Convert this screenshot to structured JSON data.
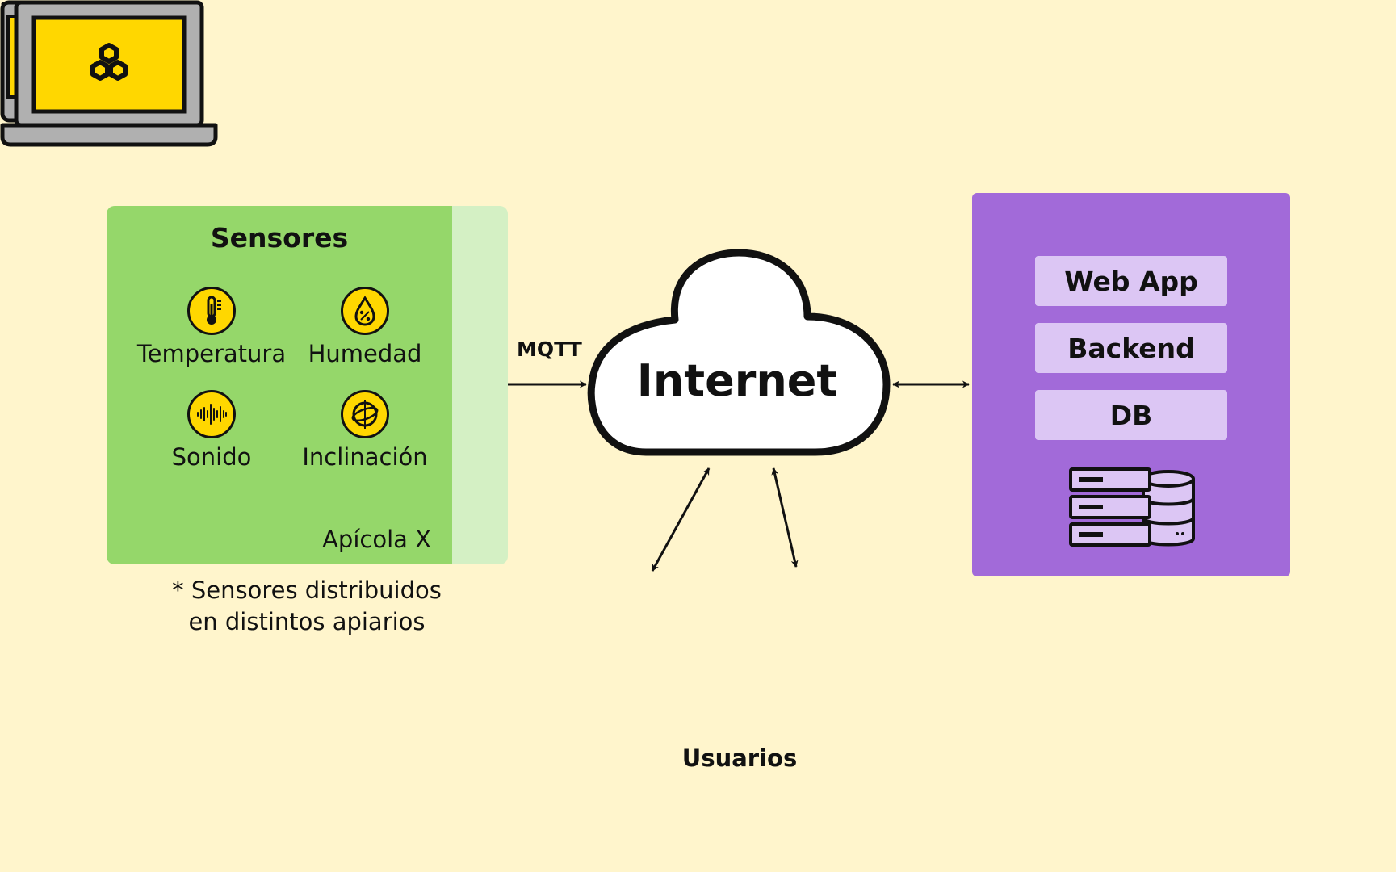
{
  "sensors": {
    "title": "Sensores",
    "items": [
      {
        "label": "Temperatura",
        "icon": "thermometer-icon"
      },
      {
        "label": "Humedad",
        "icon": "humidity-drop-icon"
      },
      {
        "label": "Sonido",
        "icon": "sound-wave-icon"
      },
      {
        "label": "Inclinación",
        "icon": "gyroscope-icon"
      }
    ],
    "site_label": "Apícola X",
    "footnote_line1": "* Sensores distribuidos",
    "footnote_line2": "en distintos apiarios"
  },
  "connection": {
    "protocol_label": "MQTT",
    "cloud_label": "Internet",
    "signal_icon": "cellular-signal-icon",
    "wireless_icon": "rss-wireless-icon"
  },
  "server": {
    "services": [
      "Web App",
      "Backend",
      "DB"
    ],
    "icon": "server-database-icon"
  },
  "users": {
    "label": "Usuarios",
    "devices": [
      "phone-icon",
      "laptop-icon"
    ]
  },
  "colors": {
    "background": "#FFF5CC",
    "sensor_panel": "#95D76A",
    "sensor_strip": "#D4F0C4",
    "server_panel": "#A26AD9",
    "service_box": "#DCC6F4",
    "accent_yellow": "#FFD700"
  }
}
